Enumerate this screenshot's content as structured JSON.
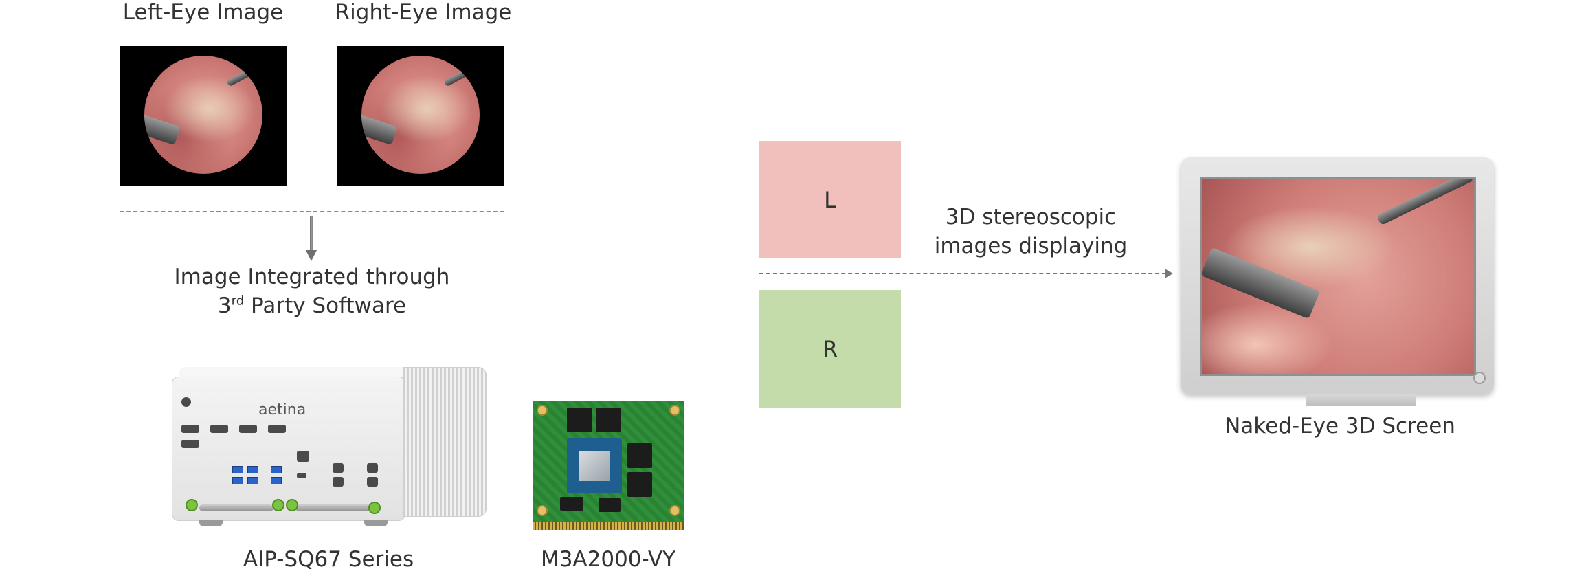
{
  "labels": {
    "left_eye": "Left-Eye Image",
    "right_eye": "Right-Eye Image",
    "integrated_line1": "Image Integrated through",
    "integrated_line2_num": "3",
    "integrated_line2_sup": "rd",
    "integrated_line2_rest": " Party Software",
    "box_l": "L",
    "box_r": "R",
    "stereo_line1": "3D stereoscopic",
    "stereo_line2": "images displaying",
    "screen": "Naked-Eye 3D Screen",
    "pc": "AIP-SQ67 Series",
    "module": "M3A2000-VY",
    "brand": "aetina"
  },
  "colors": {
    "box_l": "#f1c0bc",
    "box_r": "#c3dca9"
  }
}
